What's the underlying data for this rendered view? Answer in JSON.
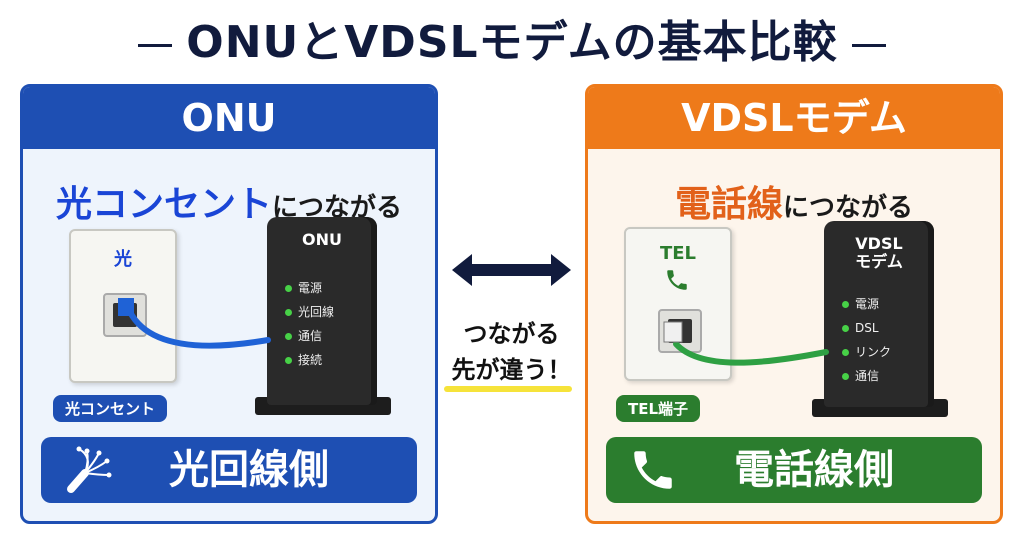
{
  "title": "ONUとVDSLモデムの基本比較",
  "onu_panel": {
    "header": "ONU",
    "subtitle_emphasis": "光コンセント",
    "subtitle_rest": "につながる",
    "outlet_label": "光",
    "device_name": "ONU",
    "leds": [
      "電源",
      "光回線",
      "通信",
      "接続"
    ],
    "tag": "光コンセント",
    "bottom_label": "光回線側",
    "colors": {
      "header": "#1e4fb3",
      "accent": "#1a45d6",
      "cable": "#1f62d6"
    },
    "bottom_icon": "fiber-optic-icon"
  },
  "vdsl_panel": {
    "header": "VDSLモデム",
    "subtitle_emphasis": "電話線",
    "subtitle_rest": "につながる",
    "outlet_label": "TEL",
    "device_name_line1": "VDSL",
    "device_name_line2": "モデム",
    "leds": [
      "電源",
      "DSL",
      "リンク",
      "通信"
    ],
    "tag": "TEL端子",
    "bottom_label": "電話線側",
    "colors": {
      "header": "#ee7a1a",
      "accent": "#e2611a",
      "cable": "#2ea043",
      "bottom": "#2b7d2e"
    },
    "bottom_icon": "phone-icon"
  },
  "middle": {
    "line1": "つながる",
    "line2": "先が違う！",
    "arrow_icon": "double-arrow-icon"
  }
}
